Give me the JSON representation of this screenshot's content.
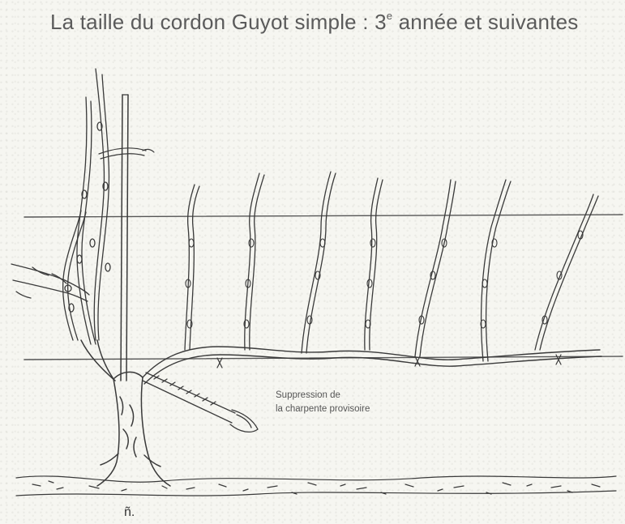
{
  "title": {
    "main": "La taille du cordon Guyot simple : 3",
    "superscript": "e",
    "rest": " année et suivantes"
  },
  "annotation": {
    "line1": "Suppression de",
    "line2": "la charpente provisoire"
  },
  "bottom_mark": "ñ.",
  "colors": {
    "ink": "#3a3a3a",
    "wire": "#555555",
    "background": "#f6f6f1",
    "title": "#5b5b5b"
  },
  "icons": [
    "pruning-shears-icon",
    "pruning-saw-icon"
  ]
}
